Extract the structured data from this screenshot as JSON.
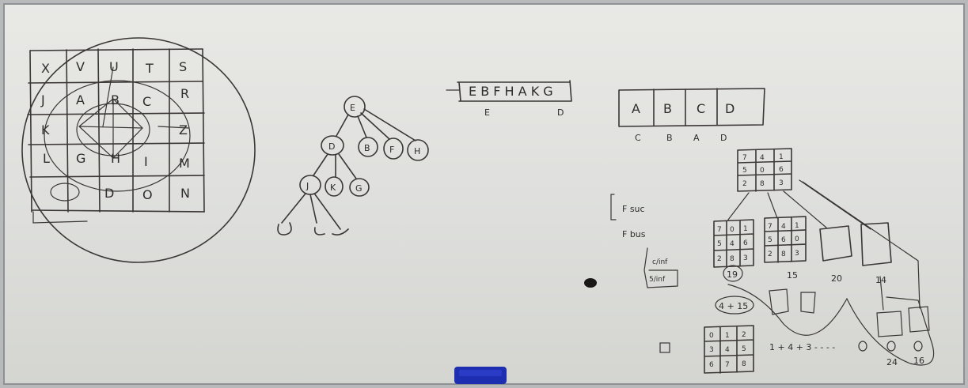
{
  "grid": {
    "cells": [
      [
        "X",
        "V",
        "U",
        "T",
        "S"
      ],
      [
        "J",
        "A",
        "B",
        "C",
        "R"
      ],
      [
        "K",
        "",
        "",
        "",
        "Z"
      ],
      [
        "L",
        "G",
        "H",
        "I",
        "M"
      ],
      [
        "",
        "D",
        "O",
        "",
        "N"
      ]
    ]
  },
  "tree": {
    "root": "E",
    "level1": [
      "D",
      "B",
      "F",
      "H"
    ],
    "level2": [
      "J",
      "K",
      "G"
    ]
  },
  "queue": {
    "items": "E  B F H A K G",
    "below_left": "E",
    "below_right": "D"
  },
  "array": {
    "cells": [
      "A",
      "B",
      "C",
      "D"
    ],
    "below": [
      "C",
      "B",
      "A",
      "D"
    ]
  },
  "notes": {
    "line1": "F suc",
    "line2": "F bus",
    "line3": "c/inf",
    "line4": "5/inf"
  },
  "puzzle": {
    "root": [
      "7",
      "4",
      "1",
      "5",
      "0",
      "6",
      "2",
      "8",
      "3"
    ],
    "left": [
      "7",
      "0",
      "1",
      "5",
      "4",
      "6",
      "2",
      "8",
      "3"
    ],
    "mid": [
      "7",
      "4",
      "1",
      "5",
      "6",
      "0",
      "2",
      "8",
      "3"
    ],
    "goal": [
      "0",
      "1",
      "2",
      "3",
      "4",
      "5",
      "6",
      "7",
      "8"
    ],
    "costs": [
      "19",
      "15",
      "20",
      "14"
    ],
    "sum": "4 + 15",
    "sequence": "1 + 4 + 3 - - - -",
    "leaf_costs": [
      "24",
      "16"
    ]
  }
}
